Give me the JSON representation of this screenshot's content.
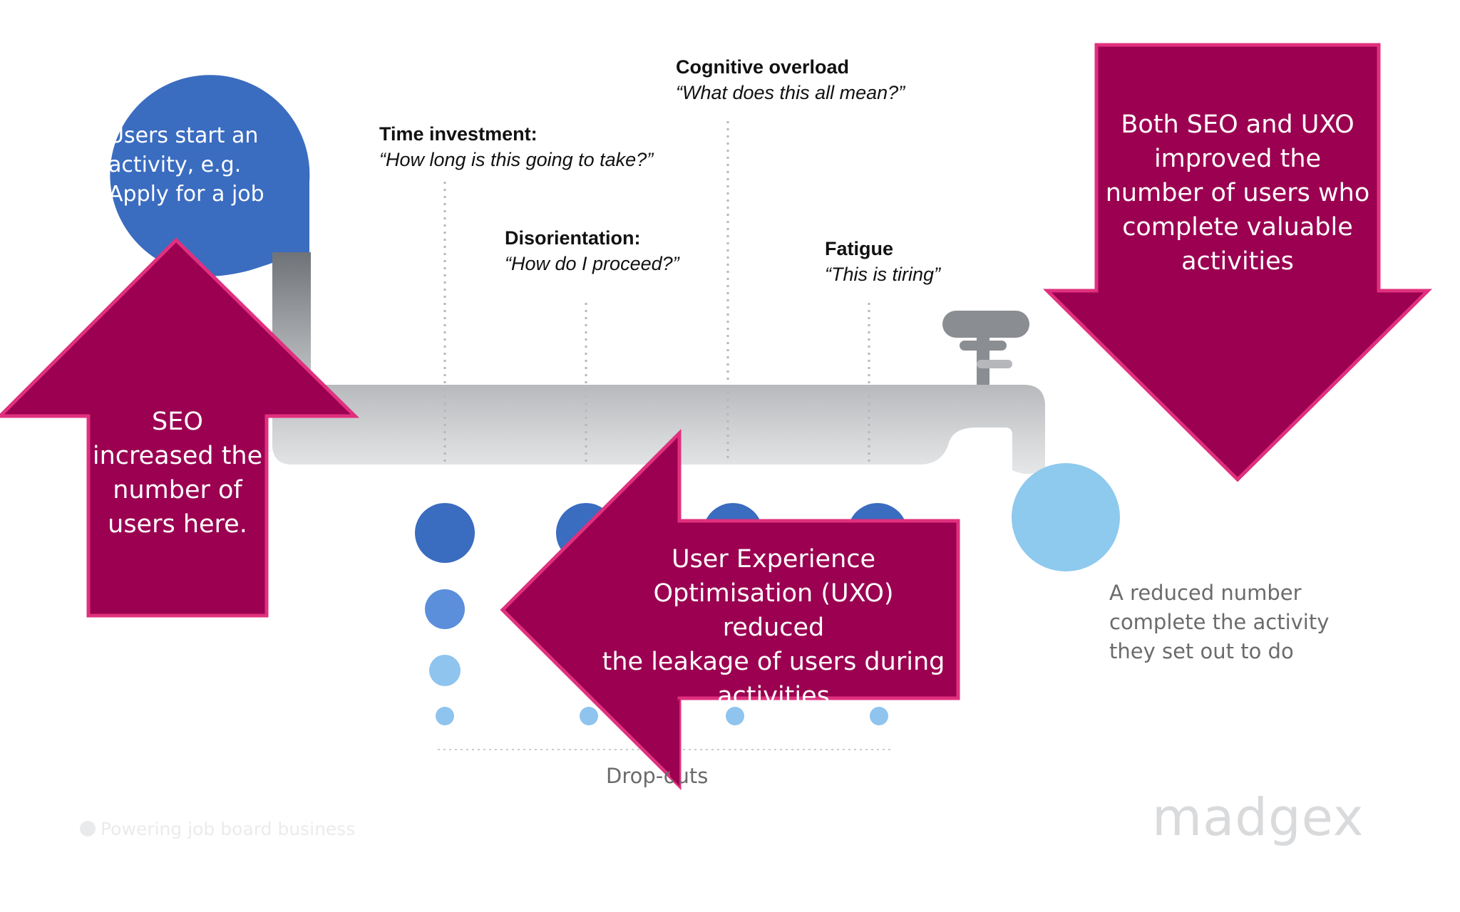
{
  "start_bubble": {
    "lines": [
      "Users start an",
      "activity, e.g.",
      "Apply for a job"
    ]
  },
  "stages": [
    {
      "title": "Time investment:",
      "quote": "“How long is this going to take?”"
    },
    {
      "title": "Disorientation:",
      "quote": "“How do I proceed?”"
    },
    {
      "title": "Cognitive overload",
      "quote": "“What does this all mean?”"
    },
    {
      "title": "Fatigue",
      "quote": "“This is tiring”"
    }
  ],
  "seo_arrow": {
    "lines": [
      "SEO",
      "increased the",
      "number of",
      "users here."
    ]
  },
  "uxo_arrow": {
    "lines": [
      "User Experience",
      "Optimisation (UXO) reduced",
      "the leakage of users during",
      "activities"
    ]
  },
  "both_arrow": {
    "lines": [
      "Both SEO and UXO",
      "improved the",
      "number of users who",
      "complete valuable",
      "activities"
    ]
  },
  "result_text": {
    "lines": [
      "A reduced number",
      "complete the activity",
      "they set out to do"
    ]
  },
  "dropouts_label": "Drop-outs",
  "footer_tagline": "Powering job board business",
  "logo_text": "madgex",
  "colors": {
    "arrow_fill": "#9b0051",
    "arrow_border": "#e0307e",
    "bubble_blue": "#3a6cc0",
    "drop_dark": "#3a6cc0",
    "drop_mid": "#5b8fdc",
    "drop_light": "#8ec4ee",
    "result_drop": "#8ec9ee",
    "pipe": "#c4c6c9"
  }
}
